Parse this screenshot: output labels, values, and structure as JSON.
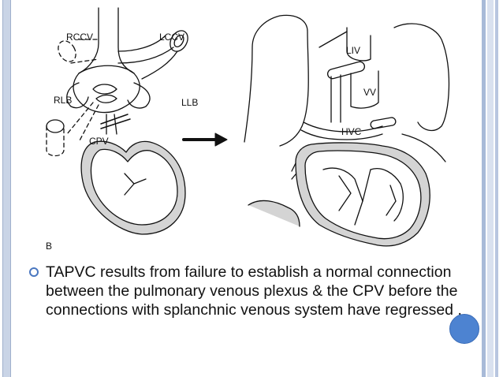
{
  "slide": {
    "body_text": "TAPVC results from failure to establish a normal connection between the pulmonary venous  plexus & the CPV before the connections with splanchnic venous system have regressed .",
    "accent_color": "#4d83d1"
  },
  "figure": {
    "labels": {
      "rccv": "RCCV",
      "lccv": "LCCV",
      "rlb": "RLB",
      "llb": "LLB",
      "cpv": "CPV",
      "panel_b": "B",
      "liv": "LIV",
      "vv": "VV",
      "hvc": "HVC"
    }
  }
}
